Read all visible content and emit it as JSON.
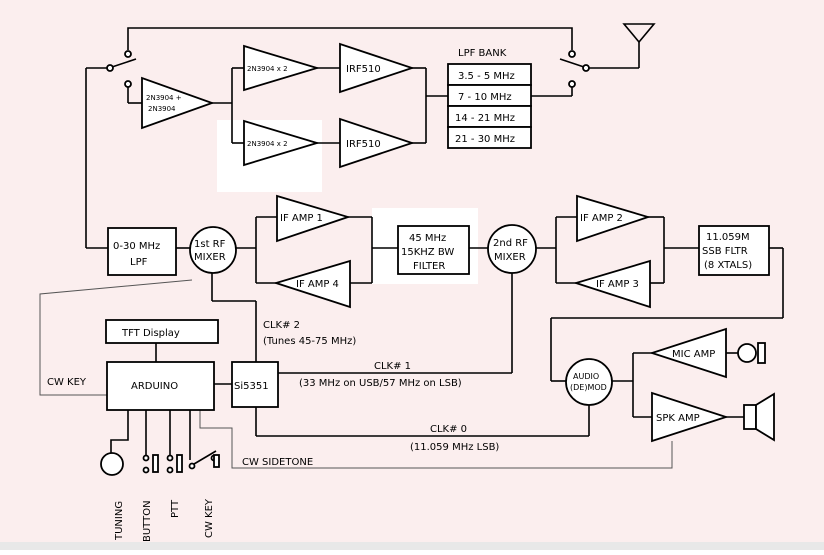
{
  "colors": {
    "background": "#fbeeee",
    "line": "#000000",
    "block_fill": "#ffffff"
  },
  "lpf_bank": {
    "title": "LPF BANK",
    "bands": [
      "3.5 - 5 MHz",
      "7 - 10 MHz",
      "14 - 21 MHz",
      "21 - 30 MHz"
    ]
  },
  "tx_chain": {
    "driver_1": [
      "2N3904 +",
      "2N3904"
    ],
    "predriver_top": "2N3904 x 2",
    "predriver_bottom": "2N3904 x 2",
    "final_top": "IRF510",
    "final_bottom": "IRF510"
  },
  "rx_chain": {
    "lpf": [
      "0-30 MHz",
      "LPF"
    ],
    "mixer_1": [
      "1st RF",
      "MIXER"
    ],
    "if_amp_1": "IF AMP 1",
    "if_amp_4": "IF AMP 4",
    "filter_45": [
      "45 MHz",
      "15KHZ BW",
      "FILTER"
    ],
    "mixer_2": [
      "2nd RF",
      "MIXER"
    ],
    "if_amp_2": "IF AMP 2",
    "if_amp_3": "IF AMP 3",
    "ssb_filter": [
      "11.059M",
      "SSB FLTR",
      "(8 XTALS)"
    ],
    "audio": [
      "AUDIO",
      "(DE)MOD"
    ],
    "mic_amp": "MIC AMP",
    "spk_amp": "SPK AMP"
  },
  "control": {
    "tft": "TFT  Display",
    "arduino": "ARDUINO",
    "si5351": "Si5351",
    "cw_key_line": "CW KEY",
    "cw_sidetone": "CW SIDETONE"
  },
  "clocks": {
    "clk2": [
      "CLK# 2",
      "(Tunes 45-75 MHz)"
    ],
    "clk1": [
      "CLK# 1",
      "(33 MHz on USB/57 MHz on LSB)"
    ],
    "clk0": [
      "CLK# 0",
      "(11.059 MHz LSB)"
    ]
  },
  "inputs": [
    "TUNING",
    "BUTTON",
    "PTT",
    "CW KEY"
  ]
}
